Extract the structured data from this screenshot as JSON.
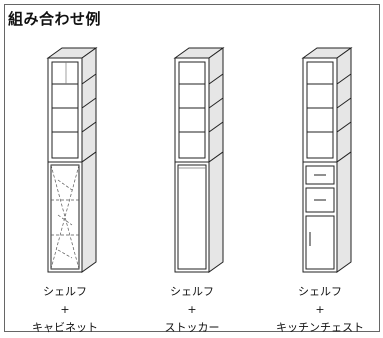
{
  "title": "組み合わせ例",
  "combinations": [
    {
      "top": "シェルフ",
      "plus": "+",
      "bottom": "キャビネット"
    },
    {
      "top": "シェルフ",
      "plus": "+",
      "bottom": "ストッカー"
    },
    {
      "top": "シェルフ",
      "plus": "+",
      "bottom": "キッチンチェスト"
    }
  ]
}
